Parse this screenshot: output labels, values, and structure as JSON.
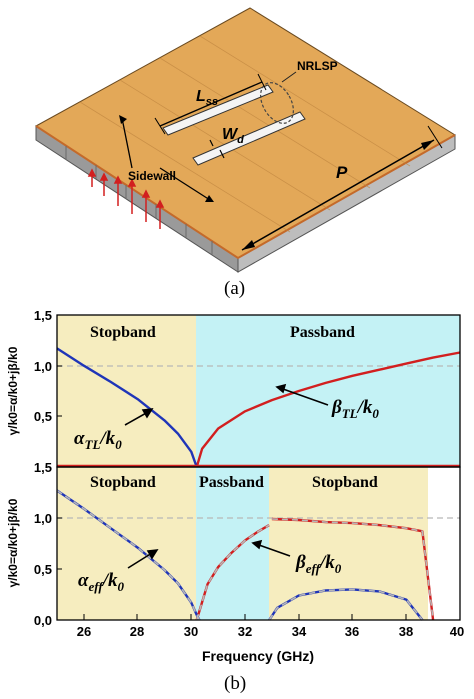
{
  "figure": {
    "panel_a": {
      "caption": "(a)",
      "labels": {
        "lss": "L",
        "lss_sub": "ss",
        "nrlsp": "NRLSP",
        "wd": "W",
        "wd_sub": "d",
        "sidewall": "Sidewall",
        "p": "P"
      }
    },
    "panel_b": {
      "caption": "(b)",
      "xlabel": "Frequency (GHz)",
      "ylabel_top": "γ/k0=α/k0+jβ/k0",
      "ylabel_bottom": "γ/k0=α/k0+jβ/k0",
      "x_ticks": [
        "26",
        "28",
        "30",
        "32",
        "34",
        "36",
        "38",
        "40"
      ],
      "y_ticks_top": [
        "1,5",
        "1,0",
        "0,5"
      ],
      "y_ticks_bottom": [
        "1,5",
        "1,0",
        "0,5",
        "0,0"
      ],
      "top_regions": [
        "Stopband",
        "Passband"
      ],
      "bottom_regions": [
        "Stopband",
        "Passband",
        "Stopband"
      ],
      "annot_alpha_tl": "α",
      "annot_alpha_tl_sub": "TL",
      "annot_k0": "/k",
      "annot_k0_sub": "0",
      "annot_beta_tl": "β",
      "annot_beta_tl_sub": "TL",
      "annot_alpha_eff": "α",
      "annot_alpha_eff_sub": "eff",
      "annot_beta_eff": "β",
      "annot_beta_eff_sub": "eff"
    }
  },
  "colors": {
    "stop": "#f6edbf",
    "pass": "#c4f2f5",
    "blue": "#1f35b8",
    "red": "#d21f1f",
    "dash": "#b8b8b8"
  },
  "chart_data": [
    {
      "type": "line",
      "xlim": [
        25,
        40
      ],
      "ylim": [
        0,
        1.5
      ],
      "series": [
        {
          "x": [
            25,
            26,
            27,
            28,
            29,
            29.5,
            30,
            30.2
          ],
          "y": [
            1.17,
            1.0,
            0.84,
            0.67,
            0.46,
            0.33,
            0.15,
            0.0
          ]
        },
        {
          "x": [
            30.2,
            30.4,
            31,
            32,
            33,
            34,
            35,
            36,
            37,
            38,
            39,
            40
          ],
          "y": [
            0.0,
            0.18,
            0.38,
            0.55,
            0.66,
            0.75,
            0.83,
            0.9,
            0.96,
            1.02,
            1.08,
            1.13
          ]
        }
      ],
      "reference_line": 1.0
    },
    {
      "type": "line",
      "xlim": [
        25,
        40
      ],
      "ylim": [
        0,
        1.5
      ],
      "series": [
        {
          "x": [
            25,
            26,
            27,
            28,
            29,
            29.5,
            30,
            30.2,
            30.3
          ],
          "y": [
            1.27,
            1.09,
            0.9,
            0.71,
            0.49,
            0.36,
            0.17,
            0.05,
            0.0
          ]
        },
        {
          "x": [
            30.2,
            30.6,
            31,
            31.5,
            32,
            32.5,
            32.9
          ],
          "y": [
            0.0,
            0.35,
            0.52,
            0.66,
            0.78,
            0.87,
            0.93
          ]
        },
        {
          "x": [
            33,
            34,
            35,
            36,
            37,
            38,
            38.6,
            39
          ],
          "y": [
            0.99,
            0.98,
            0.96,
            0.95,
            0.93,
            0.9,
            0.87,
            0.0
          ]
        },
        {
          "x": [
            32.9,
            33.2,
            34,
            35,
            36,
            37,
            38,
            38.6
          ],
          "y": [
            0.0,
            0.12,
            0.24,
            0.29,
            0.3,
            0.28,
            0.2,
            0.0
          ]
        }
      ],
      "reference_line": 1.0
    }
  ]
}
